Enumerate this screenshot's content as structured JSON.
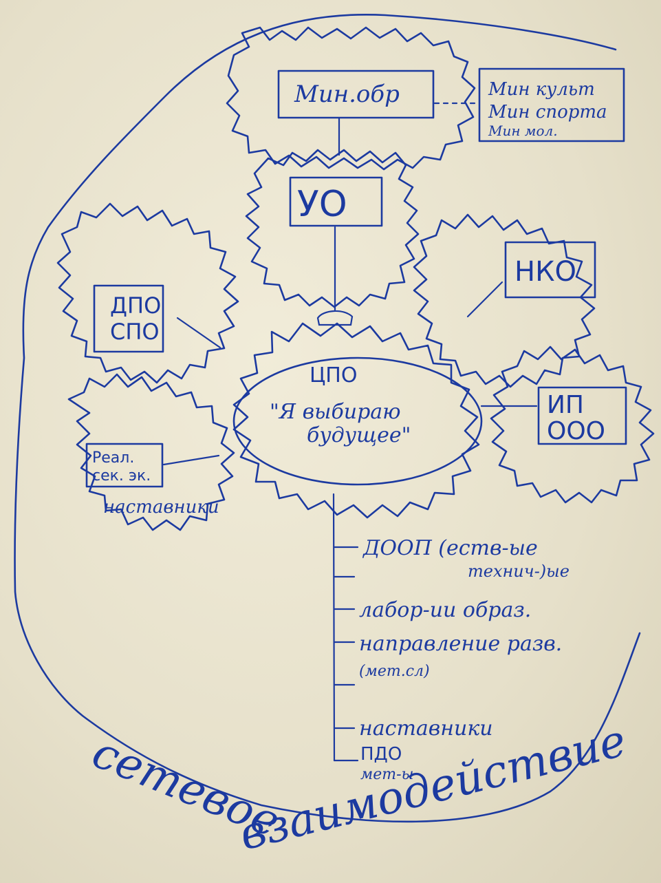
{
  "nodes": {
    "min_obr": "Мин.обр",
    "min_kult": "Мин культ",
    "min_sport": "Мин спорта",
    "min_mol": "Мин мол.",
    "uo": "УО",
    "nko": "НКО",
    "dpo": "ДПО",
    "spo": "СПО",
    "cpo": "ЦПО",
    "cpo_slogan_1": "\"Я выбираю",
    "cpo_slogan_2": "будущее\"",
    "ip": "ИП",
    "ooo": "ООО",
    "real_1": "Реал.",
    "real_2": "сек. эк.",
    "mentors": "наставники"
  },
  "branches": [
    "ДООП (еств-ые",
    "технич-)ые",
    "лабор-ии образ.",
    "направление разв.",
    "(мет.сл)",
    "наставники",
    "ПДО",
    "мет-ы"
  ],
  "caption": {
    "line1": "сетевое",
    "line2": "взаимодействие"
  },
  "colors": {
    "ink": "#1c3aa0",
    "paper": "#ece6d2"
  }
}
